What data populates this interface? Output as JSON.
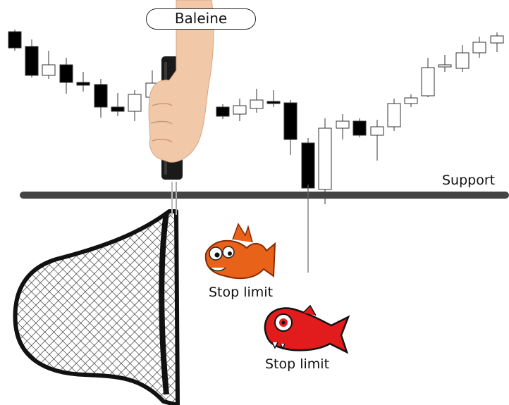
{
  "labels": {
    "whale": "Baleine",
    "support": "Support",
    "stop_limit_1": "Stop limit",
    "stop_limit_2": "Stop limit"
  },
  "colors": {
    "bear_candle": "#000000",
    "bull_candle": "#ffffff",
    "support_line": "#444444",
    "fish_orange": "#e8621a",
    "fish_red": "#e21c1c",
    "net": "#1c1c1c",
    "skin": "#f1c9a8"
  },
  "icons": [
    "hand-icon",
    "fishing-net-icon",
    "orange-fish-icon",
    "red-fish-icon"
  ]
}
